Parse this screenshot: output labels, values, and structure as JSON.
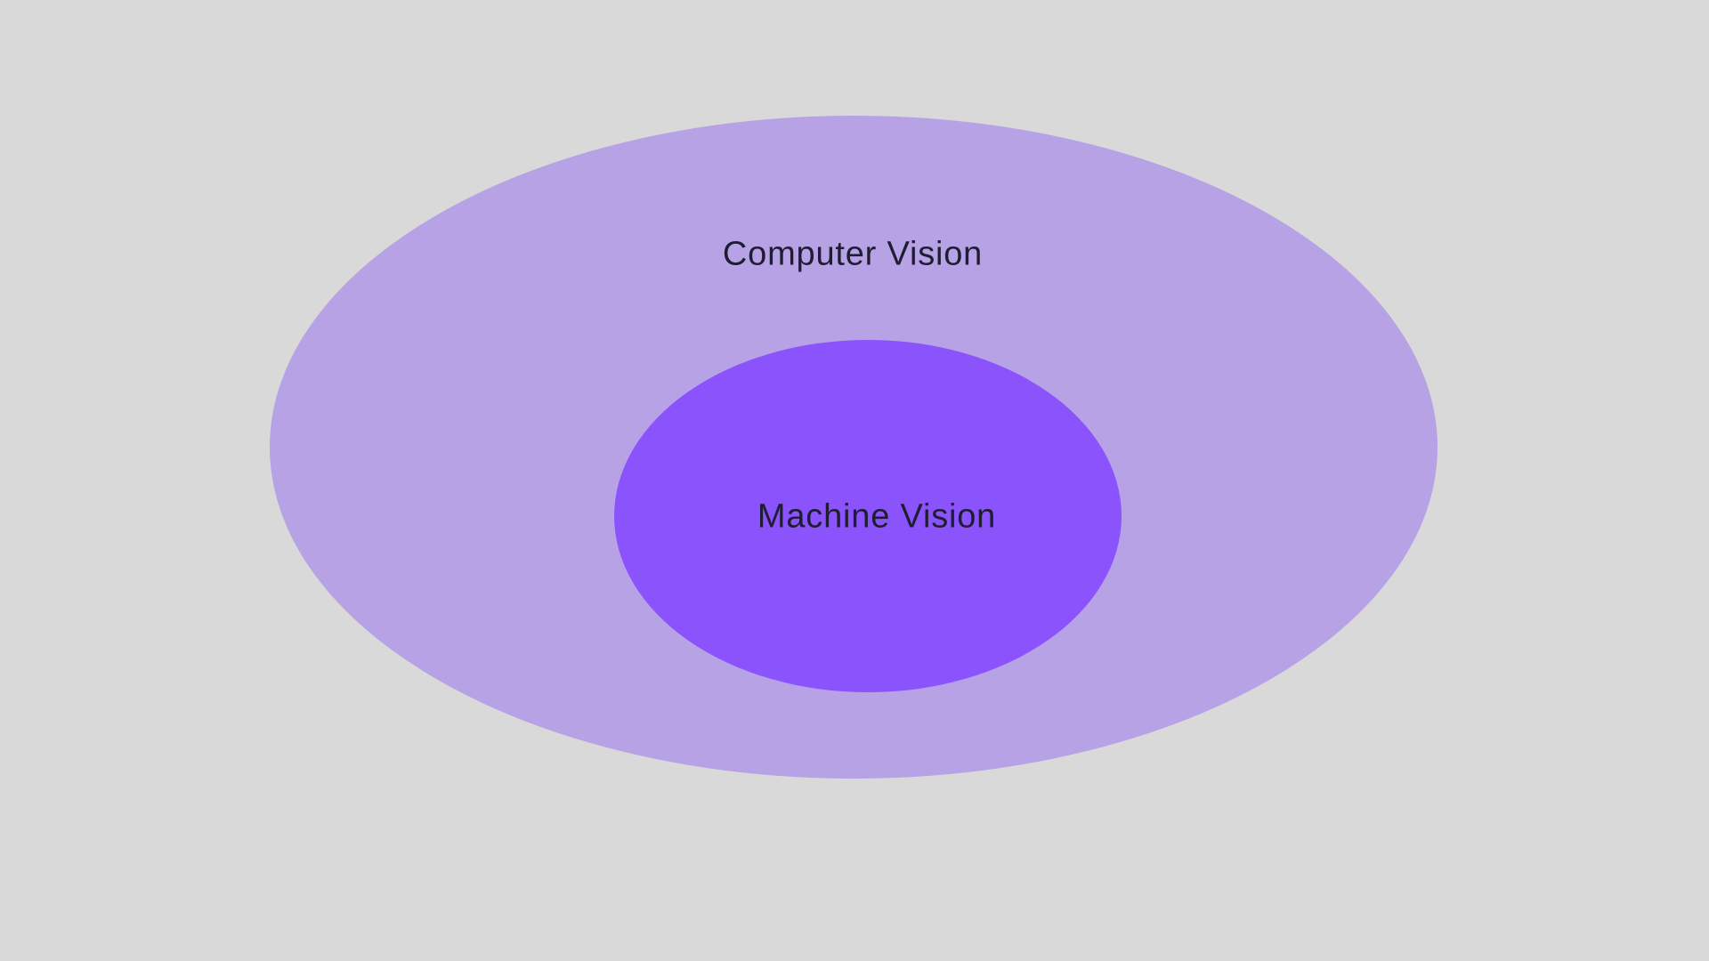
{
  "canvas": {
    "background_color": "#d9d9d9"
  },
  "diagram": {
    "type": "nested-venn",
    "text_color": "#1f1d33",
    "outer_set": {
      "label": "Computer Vision",
      "fill_color": "#b7a2e6"
    },
    "inner_set": {
      "label": "Machine Vision",
      "fill_color": "#8b53fc"
    }
  }
}
